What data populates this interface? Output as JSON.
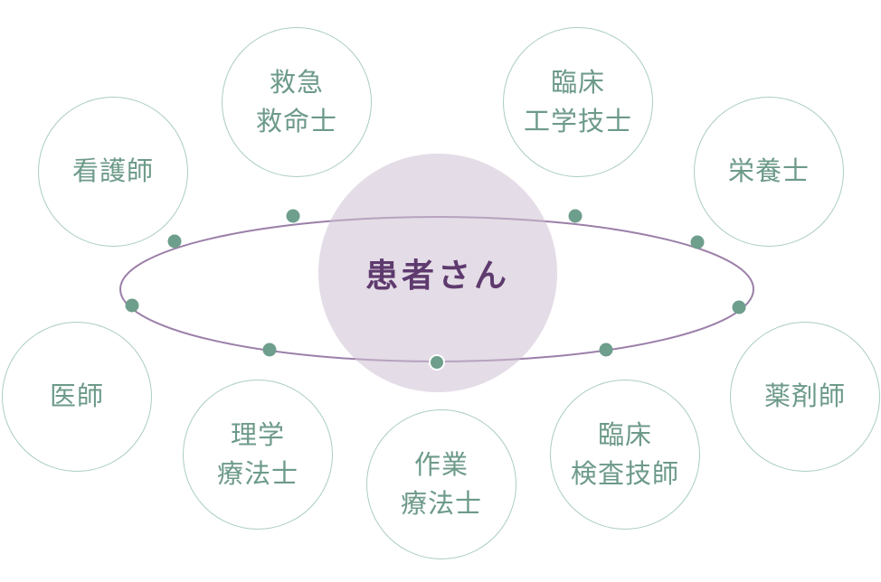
{
  "center": {
    "label": "患者さん"
  },
  "roles": [
    {
      "id": "kango",
      "label": "看護師"
    },
    {
      "id": "kyukyu",
      "label": "救急\n救命士"
    },
    {
      "id": "rinsho-kogaku",
      "label": "臨床\n工学技士"
    },
    {
      "id": "eiyo",
      "label": "栄養士"
    },
    {
      "id": "ishi",
      "label": "医師"
    },
    {
      "id": "rigaku",
      "label": "理学\n療法士"
    },
    {
      "id": "sagyo",
      "label": "作業\n療法士"
    },
    {
      "id": "rinsho-kensa",
      "label": "臨床\n検査技師"
    },
    {
      "id": "yakuzai",
      "label": "薬剤師"
    }
  ],
  "colors": {
    "circle_border": "#aacdc1",
    "role_text": "#6d9a89",
    "center_fill": "#e4dce7",
    "center_text": "#5e3a6e",
    "orbit": "#9b7fa8",
    "node": "#6e9e8c"
  }
}
